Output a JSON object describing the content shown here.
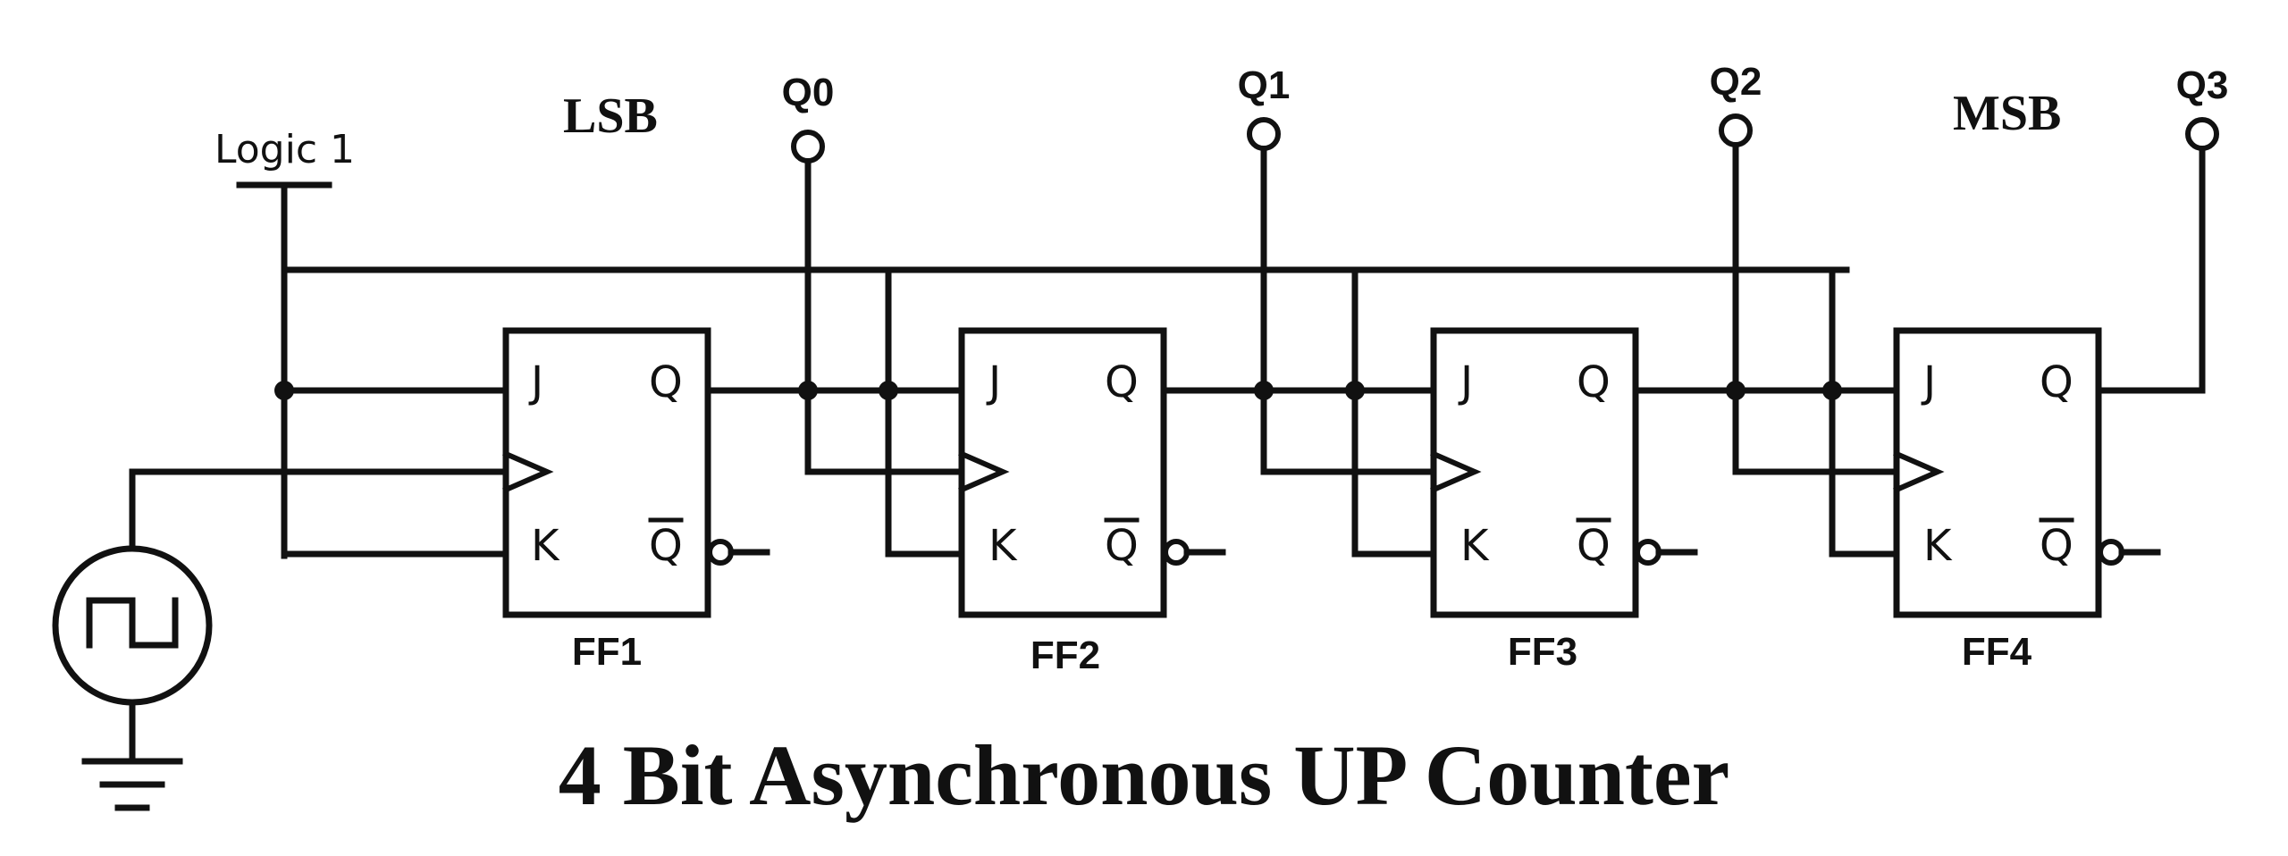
{
  "title": "4 Bit Asynchronous UP Counter",
  "logic_label": "Logic 1",
  "lsb_label": "LSB",
  "msb_label": "MSB",
  "outputs": [
    "Q0",
    "Q1",
    "Q2",
    "Q3"
  ],
  "flip_flops": [
    {
      "name": "FF1",
      "j": "J",
      "k": "K",
      "q": "Q",
      "qbar": "Q"
    },
    {
      "name": "FF2",
      "j": "J",
      "k": "K",
      "q": "Q",
      "qbar": "Q"
    },
    {
      "name": "FF3",
      "j": "J",
      "k": "K",
      "q": "Q",
      "qbar": "Q"
    },
    {
      "name": "FF4",
      "j": "J",
      "k": "K",
      "q": "Q",
      "qbar": "Q"
    }
  ]
}
